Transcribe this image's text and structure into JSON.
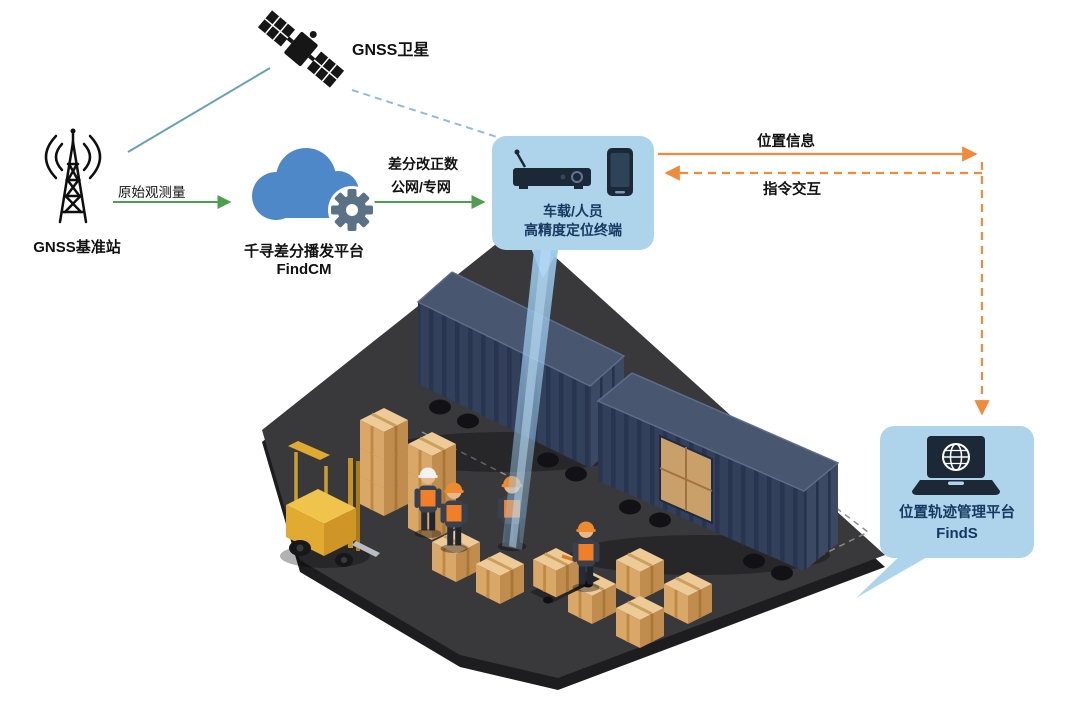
{
  "nodes": {
    "satellite": {
      "label": "GNSS卫星"
    },
    "base_station": {
      "label": "GNSS基准站"
    },
    "cloud": {
      "name": "千寻差分播发平台",
      "product": "FindCM"
    },
    "terminal": {
      "line1": "车载/人员",
      "line2": "高精度定位终端"
    },
    "platform": {
      "name": "位置轨迹管理平台",
      "product": "FindS"
    }
  },
  "edges": {
    "raw_observation": "原始观测量",
    "correction": "差分改正数",
    "network": "公网/专网",
    "position_info": "位置信息",
    "command": "指令交互"
  },
  "icons": {
    "satellite": "satellite-icon",
    "base_station": "radio-tower-icon",
    "cloud": "cloud-gear-icon",
    "terminal": "vehicle-terminal-icon + smartphone-icon",
    "platform": "laptop-globe-icon"
  },
  "colors": {
    "bubble_fill": "#aed4ec",
    "bubble_text": "#16375f",
    "arrow_green": "#4f9e50",
    "arrow_orange": "#f08a3c",
    "line_teal": "#68a1b4",
    "line_dashed_blue": "#93bbd8",
    "container_navy": "#33405a",
    "crate_tan": "#d9a768",
    "forklift_yellow": "#e8b93c"
  }
}
